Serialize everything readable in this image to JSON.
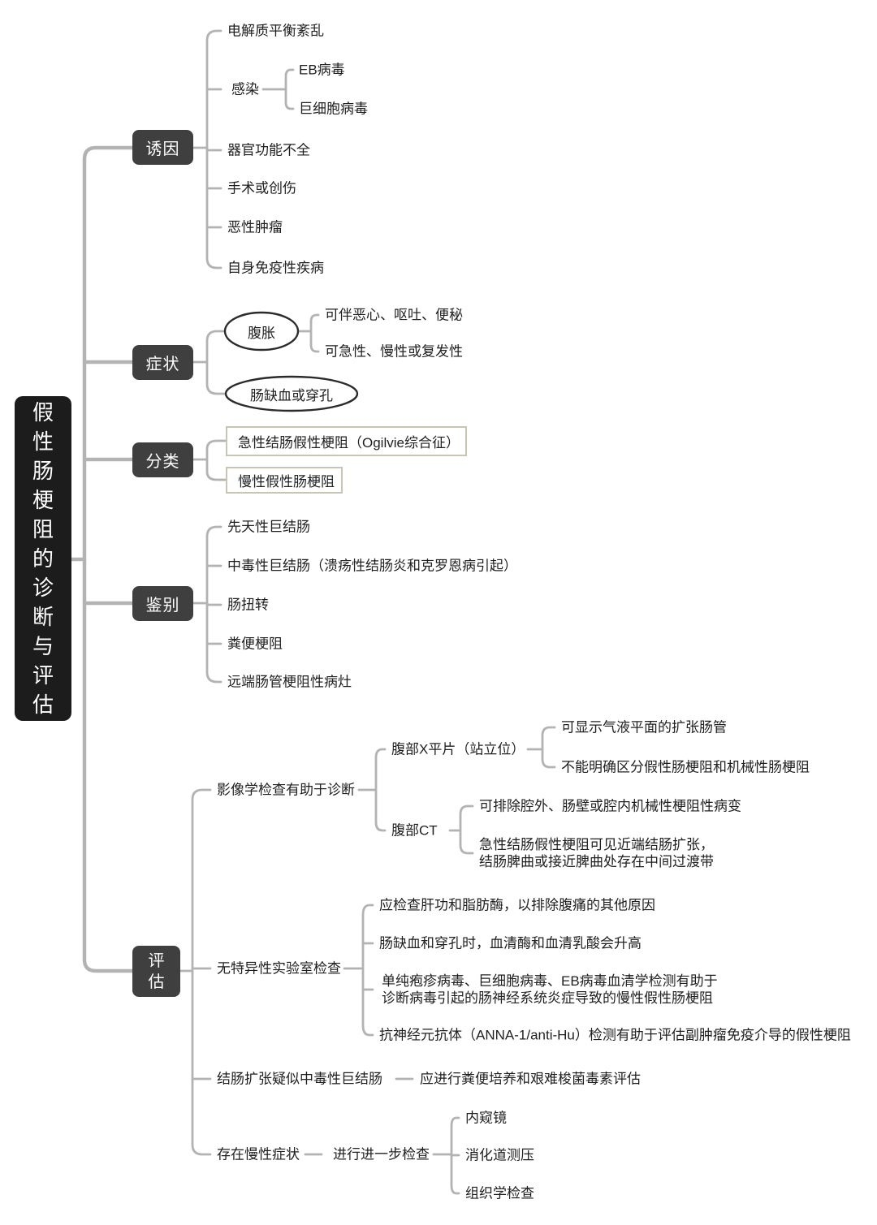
{
  "colors": {
    "root_bg": "#1c1c1c",
    "branch_bg": "#3f3f3f",
    "line": "#b3b3b3",
    "text": "#1f1f1f",
    "class_box_border": "#c9c5b4"
  },
  "tree": {
    "root": {
      "label": "假性肠梗阻的诊断与评估"
    },
    "branches": [
      {
        "label": "诱因",
        "children": [
          {
            "label": "电解质平衡紊乱"
          },
          {
            "label": "感染",
            "children": [
              {
                "label": "EB病毒"
              },
              {
                "label": "巨细胞病毒"
              }
            ]
          },
          {
            "label": "器官功能不全"
          },
          {
            "label": "手术或创伤"
          },
          {
            "label": "恶性肿瘤"
          },
          {
            "label": "自身免疫性疾病"
          }
        ]
      },
      {
        "label": "症状",
        "children": [
          {
            "label": "腹胀",
            "shape": "ellipse",
            "children": [
              {
                "label": "可伴恶心、呕吐、便秘"
              },
              {
                "label": "可急性、慢性或复发性"
              }
            ]
          },
          {
            "label": "肠缺血或穿孔",
            "shape": "ellipse"
          }
        ]
      },
      {
        "label": "分类",
        "children": [
          {
            "label": "急性结肠假性梗阻（Ogilvie综合征）",
            "shape": "rect"
          },
          {
            "label": "慢性假性肠梗阻",
            "shape": "rect"
          }
        ]
      },
      {
        "label": "鉴别",
        "children": [
          {
            "label": "先天性巨结肠"
          },
          {
            "label": "中毒性巨结肠（溃疡性结肠炎和克罗恩病引起）"
          },
          {
            "label": "肠扭转"
          },
          {
            "label": "粪便梗阻"
          },
          {
            "label": "远端肠管梗阻性病灶"
          }
        ]
      },
      {
        "label": "评估",
        "children": [
          {
            "label": "影像学检查有助于诊断",
            "children": [
              {
                "label": "腹部X平片（站立位）",
                "children": [
                  {
                    "label": "可显示气液平面的扩张肠管"
                  },
                  {
                    "label": "不能明确区分假性肠梗阻和机械性肠梗阻"
                  }
                ]
              },
              {
                "label": "腹部CT",
                "children": [
                  {
                    "label": "可排除腔外、肠壁或腔内机械性梗阻性病变"
                  },
                  {
                    "label": "急性结肠假性梗阻可见近端结肠扩张，\n结肠脾曲或接近脾曲处存在中间过渡带"
                  }
                ]
              }
            ]
          },
          {
            "label": "无特异性实验室检查",
            "children": [
              {
                "label": "应检查肝功和脂肪酶，以排除腹痛的其他原因"
              },
              {
                "label": "肠缺血和穿孔时，血清酶和血清乳酸会升高"
              },
              {
                "label": "单纯疱疹病毒、巨细胞病毒、EB病毒血清学检测有助于\n诊断病毒引起的肠神经系统炎症导致的慢性假性肠梗阻"
              },
              {
                "label": "抗神经元抗体（ANNA-1/anti-Hu）检测有助于评估副肿瘤免疫介导的假性梗阻"
              }
            ]
          },
          {
            "label": "结肠扩张疑似中毒性巨结肠",
            "children": [
              {
                "label": "应进行粪便培养和艰难梭菌毒素评估"
              }
            ]
          },
          {
            "label": "存在慢性症状",
            "children": [
              {
                "label": "进行进一步检查",
                "children": [
                  {
                    "label": "内窥镜"
                  },
                  {
                    "label": "消化道测压"
                  },
                  {
                    "label": "组织学检查"
                  }
                ]
              }
            ]
          }
        ]
      }
    ]
  }
}
